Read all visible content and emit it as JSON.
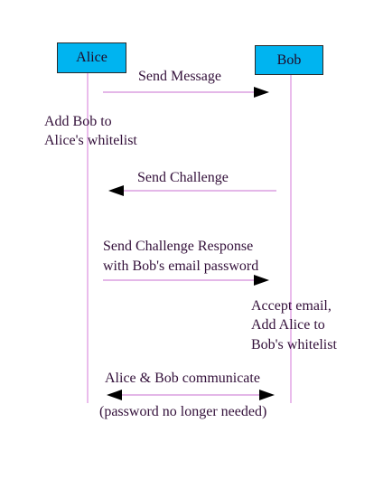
{
  "actors": {
    "alice": "Alice",
    "bob": "Bob"
  },
  "messages": {
    "send_message": "Send Message",
    "send_challenge": "Send Challenge",
    "challenge_response_line1": "Send Challenge Response",
    "challenge_response_line2": "with Bob's email password",
    "communicate": "Alice & Bob communicate"
  },
  "notes": {
    "add_bob_line1": "Add Bob to",
    "add_bob_line2": "Alice's whitelist",
    "accept_line1": "Accept email,",
    "accept_line2": "Add Alice to",
    "accept_line3": "Bob's whitelist",
    "password_note": "(password no longer needed)"
  },
  "colors": {
    "actor_fill": "#00b4f0",
    "lifeline": "#d47ad9",
    "message_line": "#c86fd0",
    "text": "#33103a",
    "arrowhead": "#000000"
  }
}
